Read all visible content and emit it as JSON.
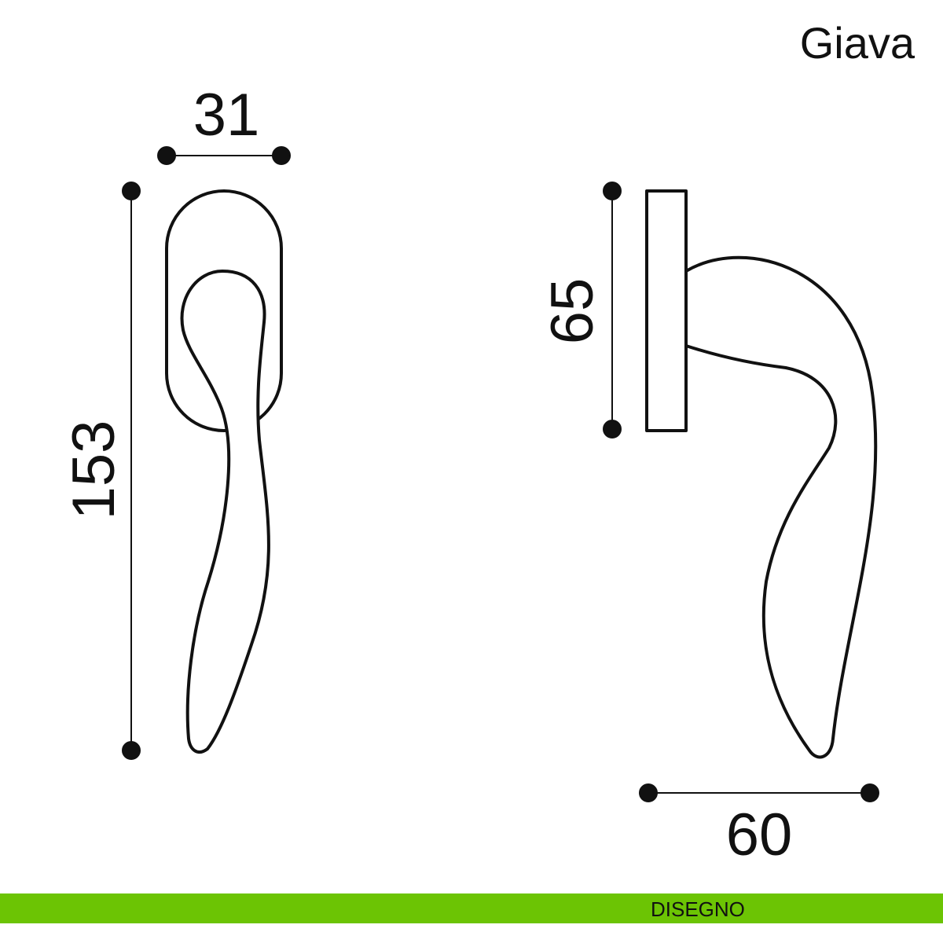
{
  "title": "Giava",
  "footer": {
    "label": "DISEGNO",
    "color": "#6cc404"
  },
  "dimensions": {
    "rosette_width": "31",
    "total_height": "153",
    "rosette_height": "65",
    "projection": "60"
  }
}
